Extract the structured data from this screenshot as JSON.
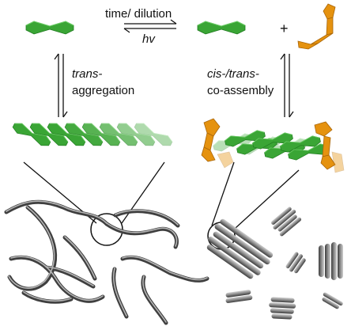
{
  "labels": {
    "top_arrow_text": "time/ dilution",
    "hv": "hv",
    "plus": "+",
    "left_line1": "trans-",
    "left_line2": "aggregation",
    "right_line1": "cis-/trans-",
    "right_line2": "co-assembly"
  },
  "colors": {
    "trans_green": "#3aa535",
    "trans_green_dark": "#1f7a1f",
    "cis_orange": "#e5920f",
    "cis_orange_dark": "#a9660a",
    "fiber_gray": "#7a7a7a",
    "fiber_dark": "#3f3f3f",
    "text": "#111111"
  }
}
